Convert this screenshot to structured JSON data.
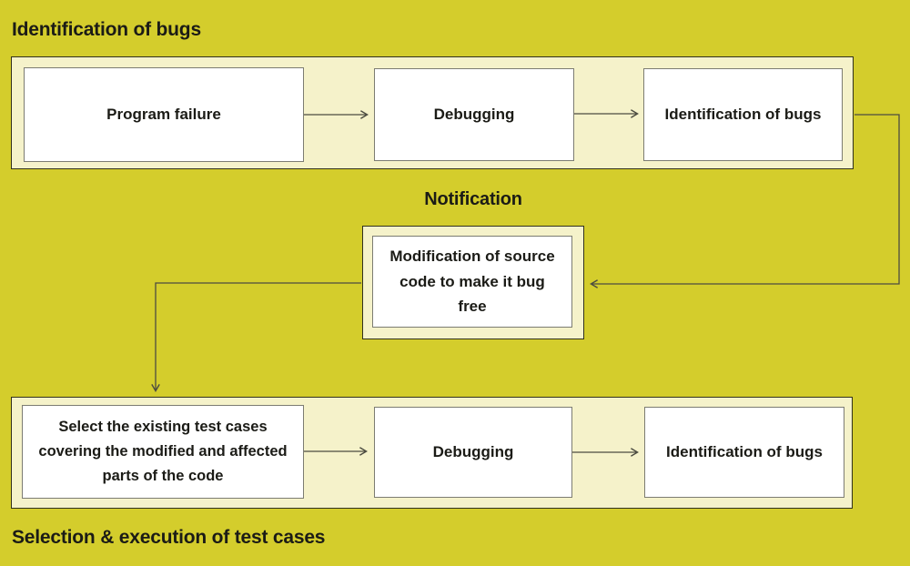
{
  "palette": {
    "background": "#d4cd2c",
    "band_fill": "#f5f2ca",
    "band_border": "#31311d",
    "box_fill": "#ffffff",
    "box_border": "#7c7c72",
    "text": "#1b1b16",
    "arrow": "#4c4c41"
  },
  "labels": {
    "top_section": "Identification of bugs",
    "middle_section": "Notification",
    "bottom_section": "Selection & execution of test cases"
  },
  "top_row": {
    "boxes": [
      {
        "label": "Program failure"
      },
      {
        "label": "Debugging"
      },
      {
        "label": "Identification of bugs"
      }
    ]
  },
  "middle_box": {
    "label": "Modification of source code to make it bug free"
  },
  "bottom_row": {
    "boxes": [
      {
        "label": "Select the existing test cases covering the modified and affected parts of the code"
      },
      {
        "label": "Debugging"
      },
      {
        "label": "Identification of bugs"
      }
    ]
  }
}
